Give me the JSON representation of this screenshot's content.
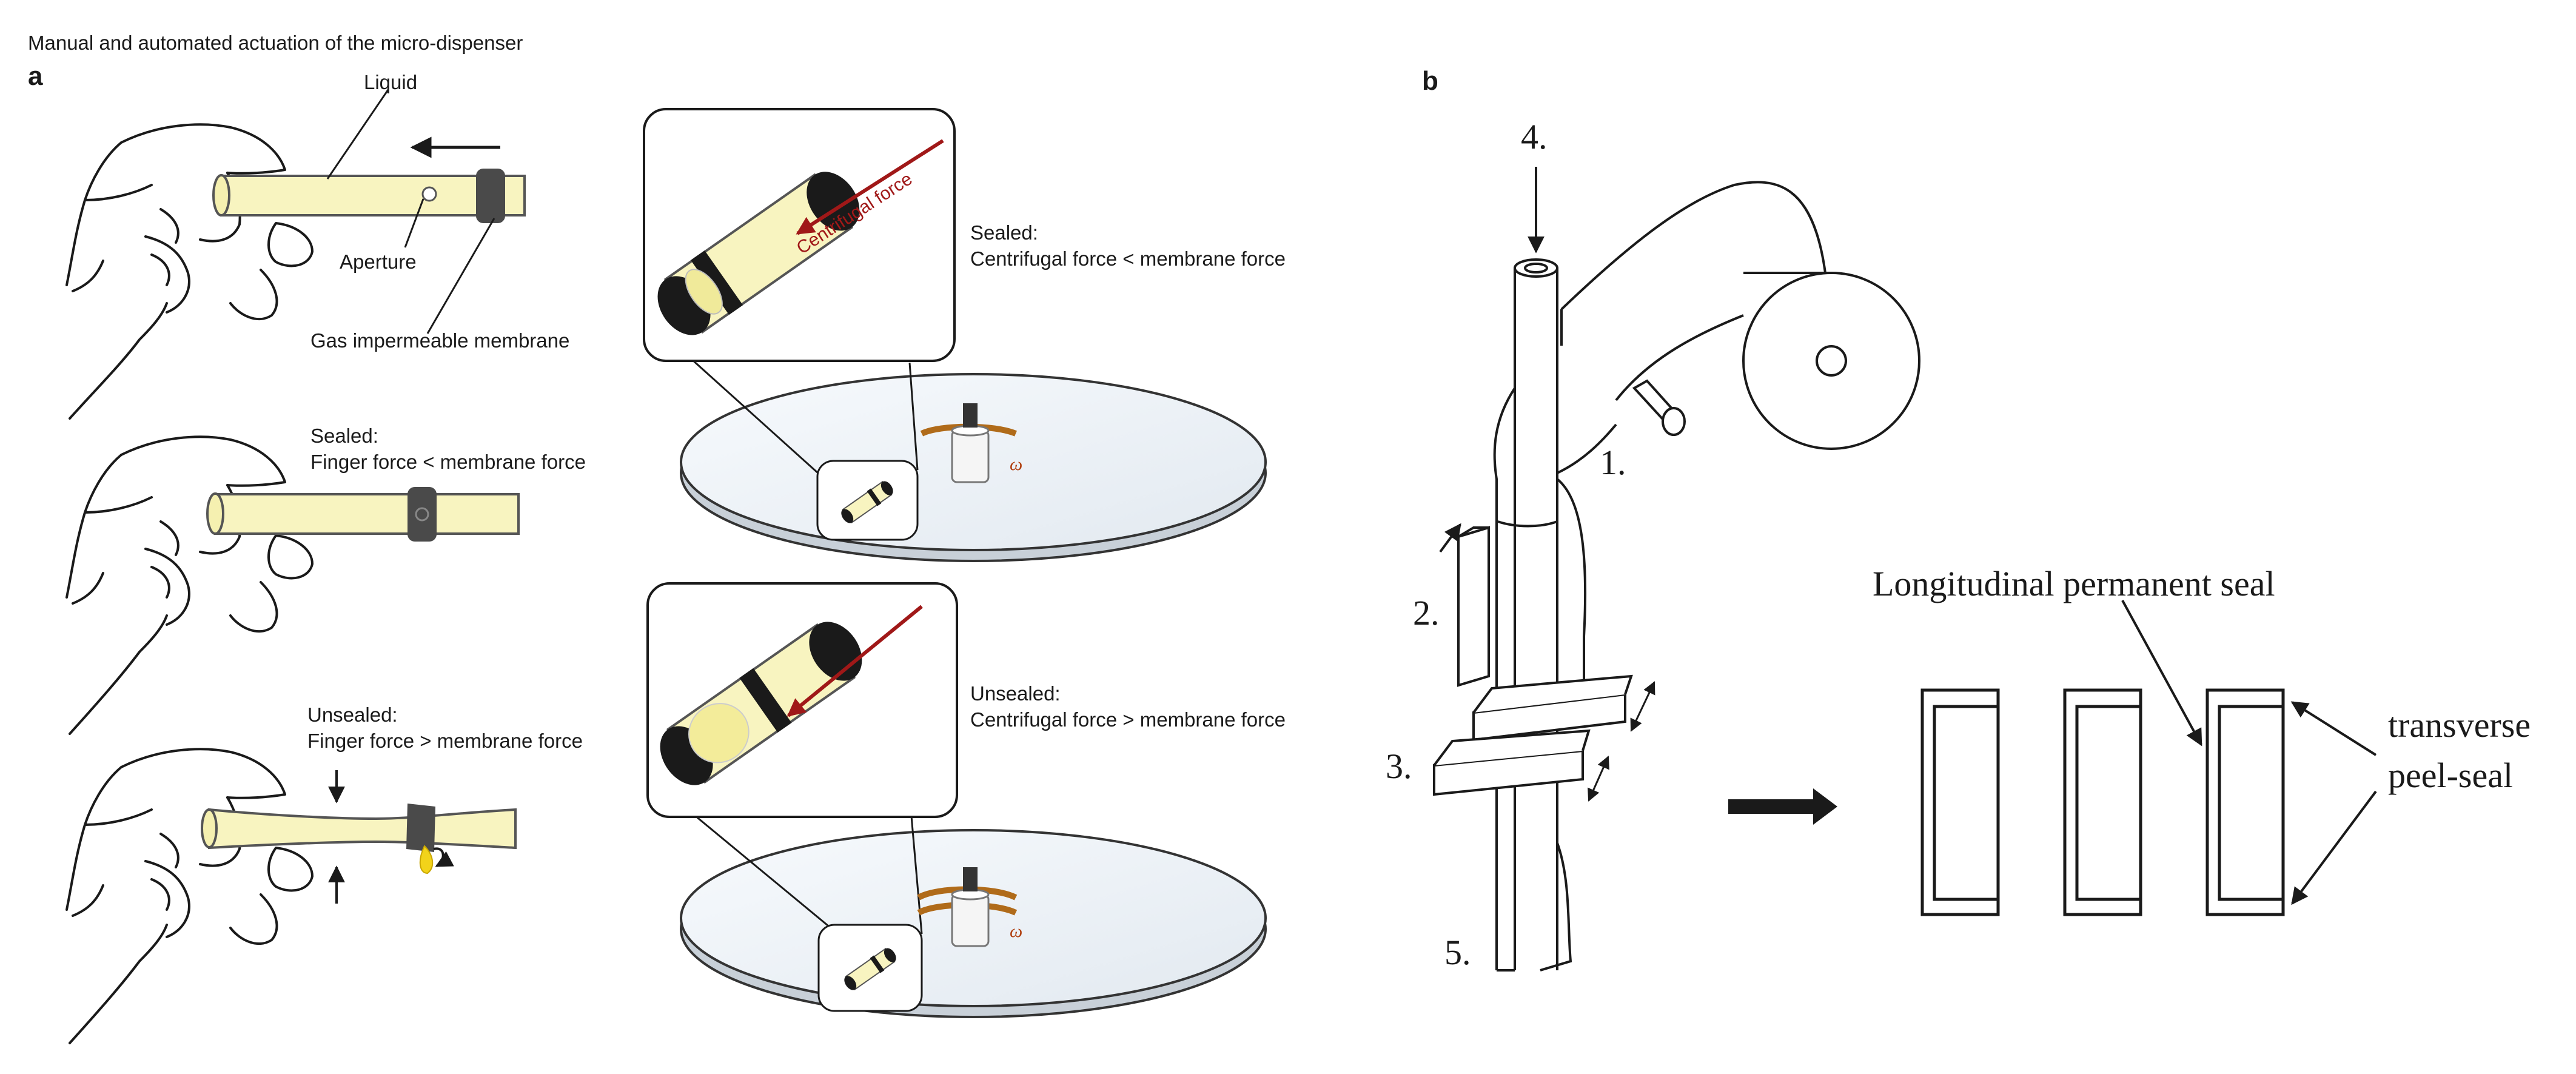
{
  "figure": {
    "title": "Manual and automated actuation of the micro-dispenser",
    "panel_a_letter": "a",
    "panel_b_letter": "b"
  },
  "panel_a": {
    "manual": {
      "label_liquid": "Liquid",
      "label_aperture": "Aperture",
      "label_membrane": "Gas impermeable membrane",
      "sealed_line1": "Sealed:",
      "sealed_line2": "Finger force < membrane force",
      "unsealed_line1": "Unsealed:",
      "unsealed_line2": "Finger force > membrane force"
    },
    "automated": {
      "arrow_label": "Centrifugal force",
      "omega_top": "ω",
      "omega_bottom": "ω",
      "sealed_line1": "Sealed:",
      "sealed_line2": "Centrifugal force < membrane force",
      "unsealed_line1": "Unsealed:",
      "unsealed_line2": "Centrifugal force > membrane force"
    }
  },
  "panel_b": {
    "num1": "1.",
    "num2": "2.",
    "num3": "3.",
    "num4": "4.",
    "num5": "5.",
    "longitudinal_label": "Longitudinal permanent seal",
    "transverse_line1": "transverse",
    "transverse_line2": "peel-seal"
  },
  "colors": {
    "tube_fill": "#f8f4c0",
    "tube_stroke": "#555555",
    "membrane": "#4a4a4a",
    "centrifugal_arrow": "#a01818",
    "omega": "#b04010",
    "disc_fill": "#eef3f8",
    "ink": "#1a1a1a"
  }
}
